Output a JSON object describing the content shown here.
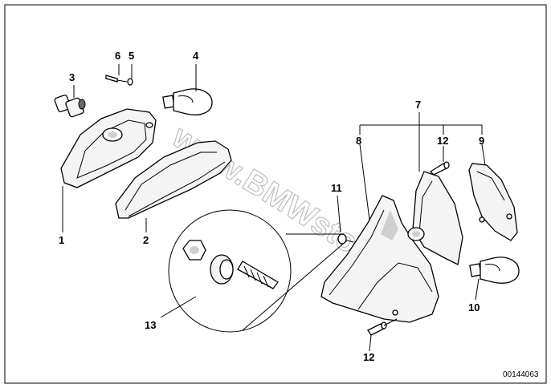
{
  "diagram": {
    "watermark": "www.BMWstore.pl",
    "drawing_code": "00144063",
    "parts": [
      {
        "id": "p1",
        "label": "1"
      },
      {
        "id": "p2",
        "label": "2"
      },
      {
        "id": "p3",
        "label": "3"
      },
      {
        "id": "p4",
        "label": "4"
      },
      {
        "id": "p5",
        "label": "5"
      },
      {
        "id": "p6",
        "label": "6"
      },
      {
        "id": "p7",
        "label": "7"
      },
      {
        "id": "p8",
        "label": "8"
      },
      {
        "id": "p9",
        "label": "9"
      },
      {
        "id": "p10",
        "label": "10"
      },
      {
        "id": "p11",
        "label": "11"
      },
      {
        "id": "p12a",
        "label": "12"
      },
      {
        "id": "p12b",
        "label": "12"
      },
      {
        "id": "p13",
        "label": "13"
      }
    ]
  }
}
